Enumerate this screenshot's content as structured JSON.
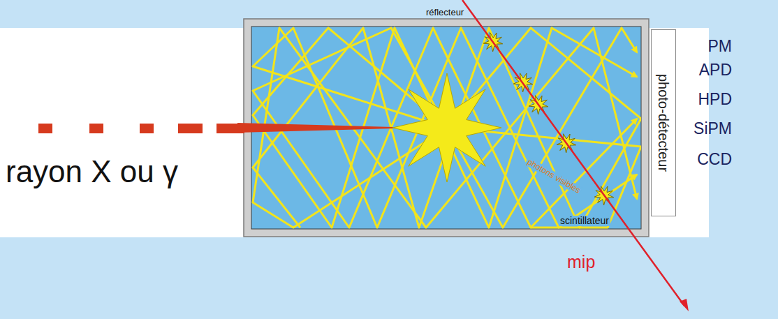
{
  "diagram": {
    "nodes": [
      {
        "text": [
          "réflecteur",
          "scintillateur"
        ]
      },
      {
        "text": [
          "photo-détecteur"
        ]
      }
    ],
    "labels": [
      "rayon X ou γ",
      "photons visibles",
      "PM",
      "APD",
      "HPD",
      "SiPM",
      "CCD",
      "mip"
    ]
  }
}
